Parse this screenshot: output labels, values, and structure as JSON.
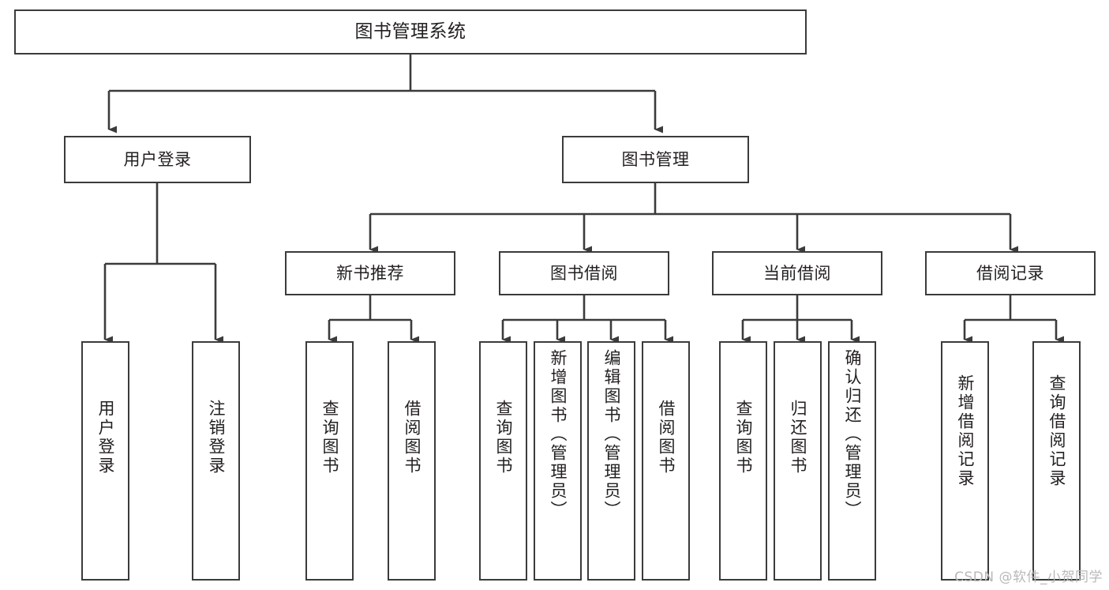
{
  "diagram": {
    "title": "图书管理系统",
    "type": "tree",
    "style": {
      "box_border_color": "#3b3b3b",
      "box_fill_color": "#ffffff",
      "line_color": "#3b3b3b",
      "text_color": "#231f20",
      "background_color": "#ffffff",
      "watermark_color": "#b9b9b9"
    },
    "nodes": {
      "root": {
        "label": "图书管理系统",
        "orientation": "horizontal"
      },
      "level2": [
        {
          "id": "user-login",
          "label": "用户登录",
          "orientation": "horizontal"
        },
        {
          "id": "book-management",
          "label": "图书管理",
          "orientation": "horizontal"
        }
      ],
      "level3": [
        {
          "id": "new-book-recommend",
          "label": "新书推荐",
          "orientation": "horizontal"
        },
        {
          "id": "book-borrow",
          "label": "图书借阅",
          "orientation": "horizontal"
        },
        {
          "id": "current-borrow",
          "label": "当前借阅",
          "orientation": "horizontal"
        },
        {
          "id": "borrow-record",
          "label": "借阅记录",
          "orientation": "horizontal"
        }
      ],
      "leaves": [
        {
          "id": "leaf-user-login",
          "label": "用户登录",
          "parent": "user-login",
          "orientation": "vertical"
        },
        {
          "id": "leaf-logout-login",
          "label": "注销登录",
          "parent": "user-login",
          "orientation": "vertical"
        },
        {
          "id": "leaf-query-book-1",
          "label": "查询图书",
          "parent": "new-book-recommend",
          "orientation": "vertical"
        },
        {
          "id": "leaf-borrow-book-1",
          "label": "借阅图书",
          "parent": "new-book-recommend",
          "orientation": "vertical"
        },
        {
          "id": "leaf-query-book-2",
          "label": "查询图书",
          "parent": "book-borrow",
          "orientation": "vertical"
        },
        {
          "id": "leaf-add-book",
          "label": "新增图书（管理员）",
          "parent": "book-borrow",
          "orientation": "vertical"
        },
        {
          "id": "leaf-edit-book",
          "label": "编辑图书（管理员）",
          "parent": "book-borrow",
          "orientation": "vertical"
        },
        {
          "id": "leaf-borrow-book-2",
          "label": "借阅图书",
          "parent": "book-borrow",
          "orientation": "vertical"
        },
        {
          "id": "leaf-query-book-3",
          "label": "查询图书",
          "parent": "current-borrow",
          "orientation": "vertical"
        },
        {
          "id": "leaf-return-book",
          "label": "归还图书",
          "parent": "current-borrow",
          "orientation": "vertical"
        },
        {
          "id": "leaf-confirm-return",
          "label": "确认归还（管理员）",
          "parent": "current-borrow",
          "orientation": "vertical"
        },
        {
          "id": "leaf-add-record",
          "label": "新增借阅记录",
          "parent": "borrow-record",
          "orientation": "vertical"
        },
        {
          "id": "leaf-query-record",
          "label": "查询借阅记录",
          "parent": "borrow-record",
          "orientation": "vertical"
        }
      ]
    }
  },
  "watermark": {
    "text": "CSDN @软件_小贺同学"
  }
}
